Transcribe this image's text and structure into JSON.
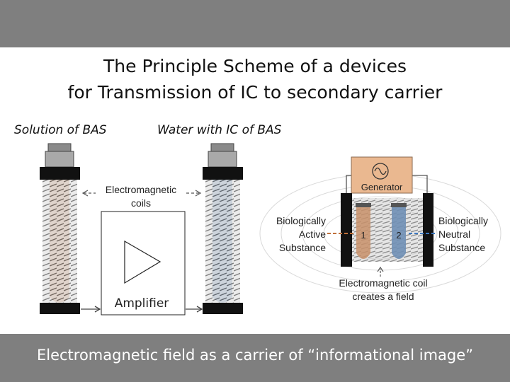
{
  "title": {
    "line1": "The Principle Scheme of a devices",
    "line2": "for Transmission of  IC to secondary carrier"
  },
  "subtitles": {
    "left": "Solution of BAS",
    "right": "Water with IC of BAS"
  },
  "labels": {
    "coils_line1": "Electromagnetic",
    "coils_line2": "coils",
    "amplifier": "Amplifier",
    "generator": "Generator",
    "active_line1": "Biologically",
    "active_line2": "Active",
    "active_line3": "Substance",
    "neutral_line1": "Biologically",
    "neutral_line2": "Neutral",
    "neutral_line3": "Substance",
    "field_line1": "Electromagnetic coil",
    "field_line2": "creates a field",
    "tube_1": "1",
    "tube_2": "2"
  },
  "footer": "Electromagnetic field as a carrier of “informational image”",
  "colors": {
    "band": "#7f7f7f",
    "active_substance": "#c8916a",
    "neutral_substance": "#6f8fb5",
    "active_lead": "#c0703a",
    "neutral_lead": "#3d78c0"
  }
}
